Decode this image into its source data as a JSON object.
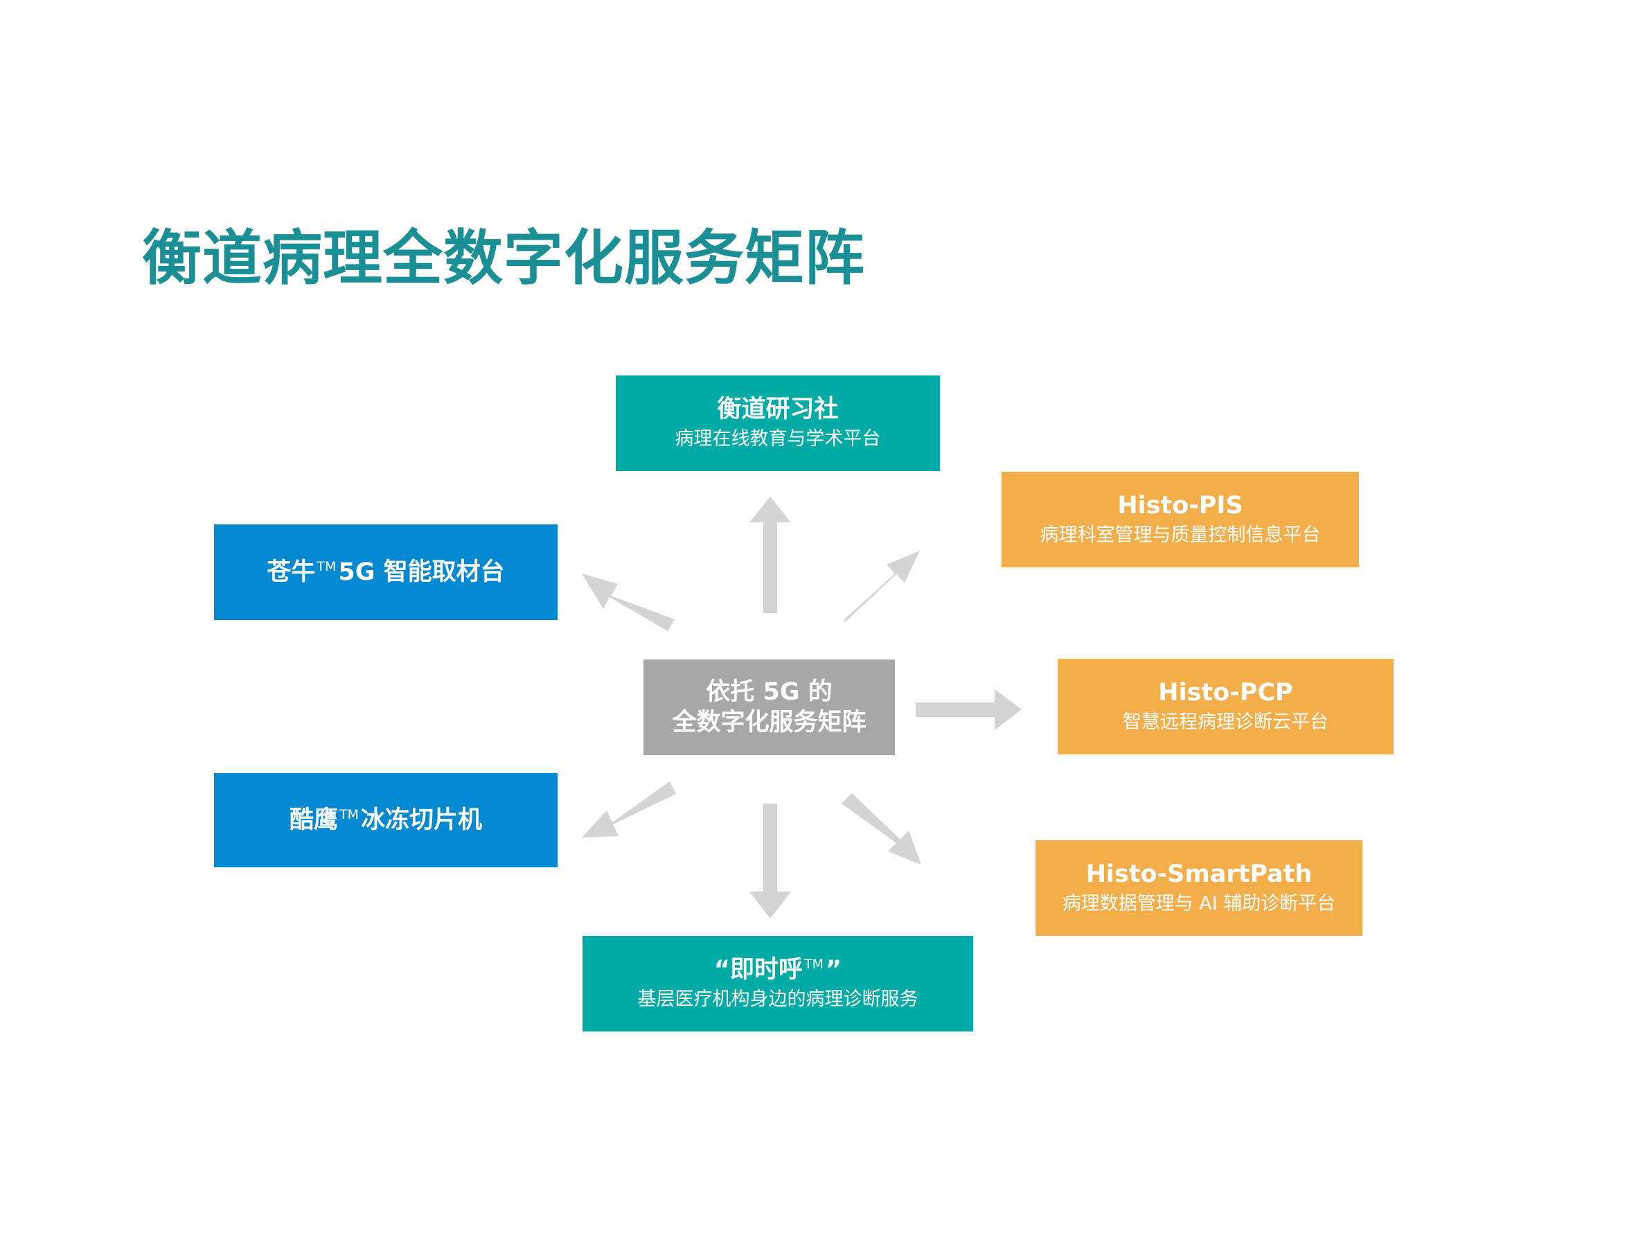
{
  "title": "衡道病理全数字化服务矩阵",
  "colors": {
    "title": "#1a8f95",
    "teal": "#00aaa5",
    "orange": "#f3ae4a",
    "blue": "#0289d1",
    "gray": "#a7a7a7",
    "arrow": "#d4d4d4"
  },
  "center": {
    "line1": "依托 5G 的",
    "line2": "全数字化服务矩阵"
  },
  "nodes": {
    "yanxishe": {
      "title": "衡道研习社",
      "subtitle": "病理在线教育与学术平台"
    },
    "histo_pis": {
      "title": "Histo-PIS",
      "subtitle": "病理科室管理与质量控制信息平台"
    },
    "histo_pcp": {
      "title": "Histo-PCP",
      "subtitle": "智慧远程病理诊断云平台"
    },
    "histo_smartpath": {
      "title": "Histo-SmartPath",
      "subtitle": "病理数据管理与 AI 辅助诊断平台"
    },
    "jishihu": {
      "title_open": "“即时呼",
      "tm": "TM",
      "title_close": "”",
      "subtitle": "基层医疗机构身边的病理诊断服务"
    },
    "cangniu": {
      "brand": "苍牛",
      "tm": "TM",
      "rest": "5G 智能取材台"
    },
    "kuying": {
      "brand": "酷鹰",
      "tm": "TM",
      "rest": "冰冻切片机"
    }
  }
}
